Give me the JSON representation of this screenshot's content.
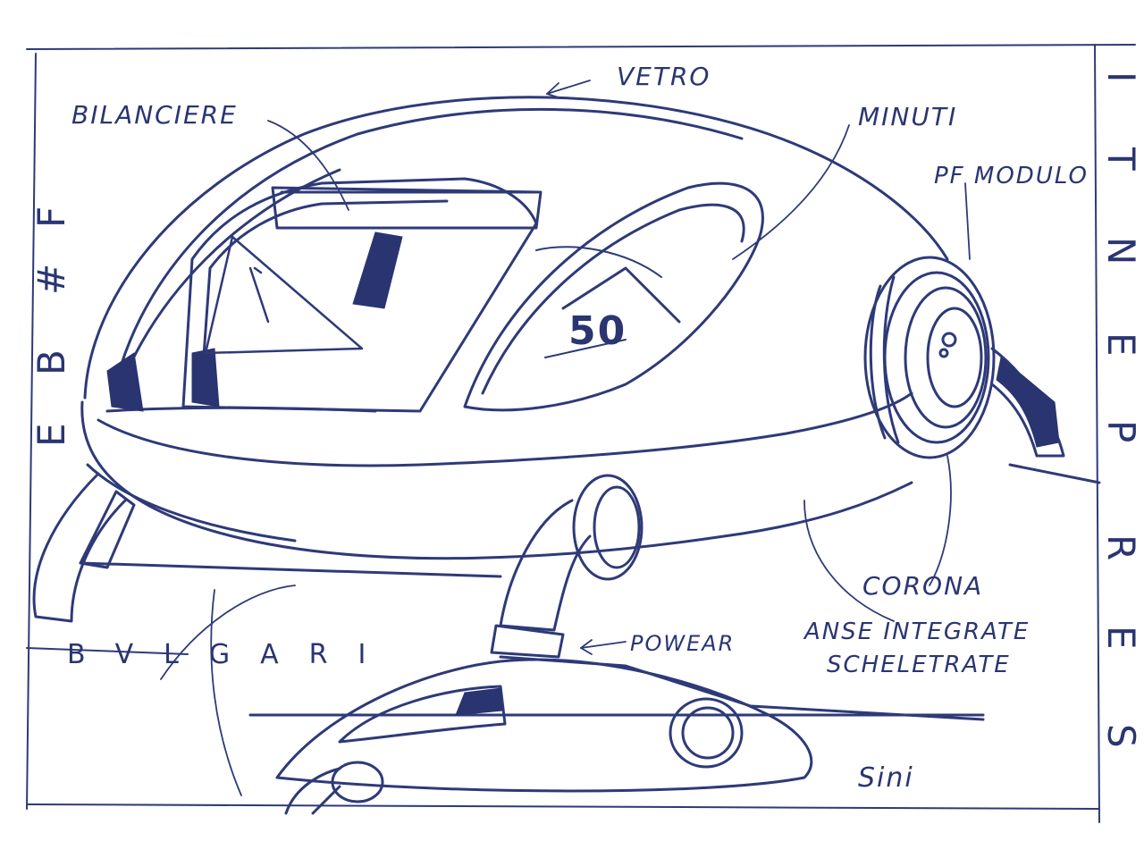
{
  "labels": {
    "vetro": "VETRO",
    "bilanciere": "BILANCIERE",
    "minuti": "MINUTI",
    "modulo": "PF MODULO",
    "corona": "CORONA",
    "anse_1": "ANSE INTEGRATE",
    "anse_2": "SCHELETRATE",
    "powear": "POWEAR",
    "brand": "BVLGARI",
    "dial_number": "50",
    "signature": "Sini"
  },
  "side_letters": {
    "left": [
      "E",
      "B",
      "#",
      "F"
    ],
    "right": [
      "S",
      "E",
      "R",
      "P",
      "E",
      "N",
      "T",
      "I"
    ]
  },
  "colors": {
    "ink": "#2e3a78",
    "paper": "#ffffff"
  }
}
